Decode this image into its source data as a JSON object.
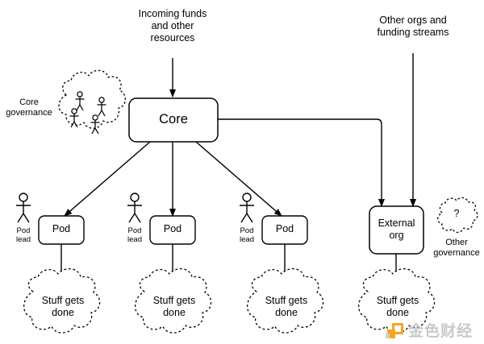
{
  "diagram": {
    "title": "Core / Pod organisational structure diagram",
    "stroke_color": "#000000",
    "box_fill": "#ffffff",
    "cloud_stroke_style": "dashed",
    "labels": {
      "incoming_funds": "Incoming funds\nand other\nresources",
      "other_orgs": "Other orgs and\nfunding streams",
      "core_governance": "Core\ngovernance",
      "core": "Core",
      "pod": "Pod",
      "pod_lead": "Pod\nlead",
      "external_org": "External\norg",
      "other_governance": "Other\ngovernance",
      "question_mark": "?",
      "stuff_gets_done": "Stuff gets\ndone"
    },
    "nodes": [
      {
        "id": "incoming-funds-label",
        "type": "text",
        "label": "Incoming funds\nand other\nresources"
      },
      {
        "id": "other-orgs-label",
        "type": "text",
        "label": "Other orgs and\nfunding streams"
      },
      {
        "id": "core-governance-label",
        "type": "text",
        "label": "Core\ngovernance"
      },
      {
        "id": "core-governance-cloud",
        "type": "cloud",
        "people": 4
      },
      {
        "id": "core-box",
        "type": "rounded-rect",
        "label": "Core"
      },
      {
        "id": "pod-1",
        "type": "rounded-rect",
        "label": "Pod"
      },
      {
        "id": "pod-2",
        "type": "rounded-rect",
        "label": "Pod"
      },
      {
        "id": "pod-3",
        "type": "rounded-rect",
        "label": "Pod"
      },
      {
        "id": "pod-lead-1",
        "type": "stick-figure",
        "label": "Pod\nlead"
      },
      {
        "id": "pod-lead-2",
        "type": "stick-figure",
        "label": "Pod\nlead"
      },
      {
        "id": "pod-lead-3",
        "type": "stick-figure",
        "label": "Pod\nlead"
      },
      {
        "id": "external-org-box",
        "type": "rounded-rect",
        "label": "External\norg"
      },
      {
        "id": "other-governance-cloud",
        "type": "cloud",
        "label": "?"
      },
      {
        "id": "other-governance-label",
        "type": "text",
        "label": "Other\ngovernance"
      },
      {
        "id": "stuff-cloud-1",
        "type": "cloud",
        "label": "Stuff gets\ndone"
      },
      {
        "id": "stuff-cloud-2",
        "type": "cloud",
        "label": "Stuff gets\ndone"
      },
      {
        "id": "stuff-cloud-3",
        "type": "cloud",
        "label": "Stuff gets\ndone"
      },
      {
        "id": "stuff-cloud-4",
        "type": "cloud",
        "label": "Stuff gets\ndone"
      }
    ],
    "edges": [
      {
        "from": "incoming-funds-label",
        "to": "core-box",
        "style": "straight-arrow"
      },
      {
        "from": "core-box",
        "to": "pod-1",
        "style": "diagonal-arrow"
      },
      {
        "from": "core-box",
        "to": "pod-2",
        "style": "straight-arrow"
      },
      {
        "from": "core-box",
        "to": "pod-3",
        "style": "diagonal-arrow"
      },
      {
        "from": "core-box",
        "to": "external-org-box",
        "style": "orthogonal-arrow"
      },
      {
        "from": "other-orgs-label",
        "to": "external-org-box",
        "style": "straight-arrow"
      },
      {
        "from": "pod-1",
        "to": "stuff-cloud-1",
        "style": "straight-arrow"
      },
      {
        "from": "pod-2",
        "to": "stuff-cloud-2",
        "style": "straight-arrow"
      },
      {
        "from": "pod-3",
        "to": "stuff-cloud-3",
        "style": "straight-arrow"
      },
      {
        "from": "external-org-box",
        "to": "stuff-cloud-4",
        "style": "straight-arrow"
      }
    ]
  },
  "watermark": {
    "text": "金色财经",
    "logo_color": "#f5a623",
    "text_color": "#c9c9c9"
  }
}
